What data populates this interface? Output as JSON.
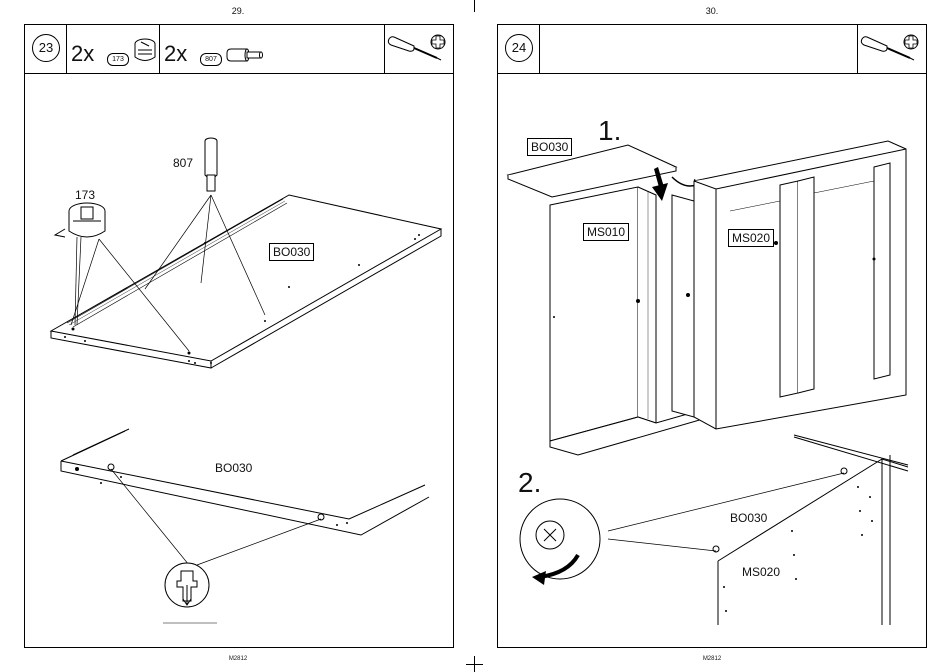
{
  "pages": [
    {
      "page_number": "29.",
      "footer": "M2812",
      "step": "23",
      "parts": [
        {
          "qty": "2x",
          "ref": "173"
        },
        {
          "qty": "2x",
          "ref": "807"
        }
      ],
      "tools": [
        "screwdriver-icon",
        "phillips-icon"
      ],
      "labels": {
        "label_807": "807",
        "label_173": "173",
        "board_label_top": "BO030",
        "board_label_bottom": "BO030"
      }
    },
    {
      "page_number": "30.",
      "footer": "M2812",
      "step": "24",
      "tools": [
        "screwdriver-icon",
        "phillips-icon"
      ],
      "sub_steps": [
        "1.",
        "2."
      ],
      "labels": {
        "bo030_top": "BO030",
        "ms010": "MS010",
        "ms020_top": "MS020",
        "bo030_detail": "BO030",
        "ms020_detail": "MS020"
      }
    }
  ]
}
